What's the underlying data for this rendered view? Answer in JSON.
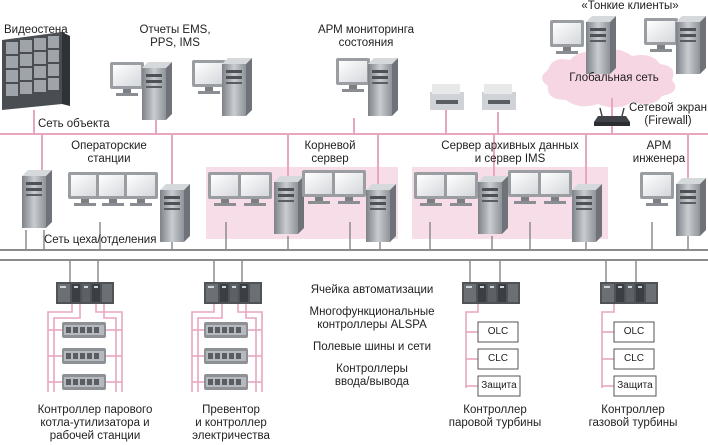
{
  "labels": {
    "videowall": "Видеостена",
    "reports_1": "Отчеты EMS,",
    "reports_2": "PPS, IMS",
    "arm_monitoring_1": "АРМ мониторинга",
    "arm_monitoring_2": "состояния",
    "thin_clients": "«Тонкие клиенты»",
    "global_network": "Глобальная сеть",
    "firewall_1": "Сетевой экран",
    "firewall_2": "(Firewall)",
    "site_network": "Сеть объекта",
    "operator_1": "Операторские",
    "operator_2": "станции",
    "root_server_1": "Корневой",
    "root_server_2": "сервер",
    "archive_server_1": "Сервер архивных данных",
    "archive_server_2": "и сервер IMS",
    "arm_engineer_1": "АРМ",
    "arm_engineer_2": "инженера",
    "plant_network": "Сеть цеха/отделения",
    "automation_cell": "Ячейка автоматизации",
    "alspa_1": "Многофункциональные",
    "alspa_2": "контроллеры ALSPA",
    "fieldbus": "Полевые шины и сети",
    "io_1": "Контроллеры",
    "io_2": "ввода/вывода",
    "ctrl_boiler_1": "Контроллер парового",
    "ctrl_boiler_2": "котла-утилизатора и",
    "ctrl_boiler_3": "рабочей станции",
    "ctrl_electric_1": "Превентор",
    "ctrl_electric_2": "и  контроллер",
    "ctrl_electric_3": "электричества",
    "ctrl_steam_1": "Контроллер",
    "ctrl_steam_2": "паровой турбины",
    "ctrl_gas_1": "Контроллер",
    "ctrl_gas_2": "газовой турбины"
  },
  "turbine_boxes": {
    "steam": [
      "OLC",
      "CLC",
      "Защита"
    ],
    "gas": [
      "OLC",
      "CLC",
      "Защита"
    ]
  },
  "colors": {
    "network_line": "#e8a6c0",
    "zone_fill": "#f6dde7",
    "cloud_fill": "#f7d6e3",
    "equipment_dark": "#5d6166",
    "bus_gray": "#8c8c8c"
  }
}
